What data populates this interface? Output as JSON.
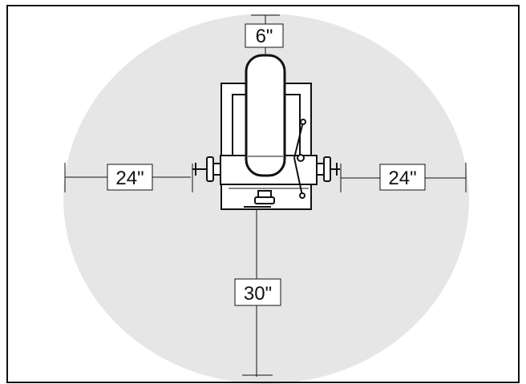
{
  "colors": {
    "background": "#ffffff",
    "clearance_zone": "#e6e6e6",
    "line": "#111111",
    "label_fill": "#ffffff"
  },
  "dimensions": {
    "top": "6\"",
    "left": "24\"",
    "right": "24\"",
    "bottom": "30\""
  }
}
